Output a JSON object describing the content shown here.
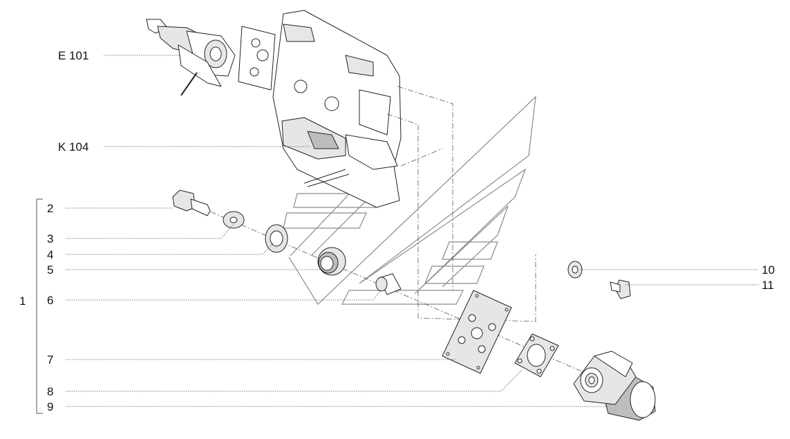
{
  "callouts": {
    "e101": "E 101",
    "k104": "K 104",
    "group": "1",
    "p2": "2",
    "p3": "3",
    "p4": "4",
    "p5": "5",
    "p6": "6",
    "p7": "7",
    "p8": "8",
    "p9": "9",
    "p10": "10",
    "p11": "11"
  },
  "colors": {
    "line": "#222222",
    "leader": "#555555",
    "watermark": "#8a8a8a",
    "background": "#ffffff"
  }
}
